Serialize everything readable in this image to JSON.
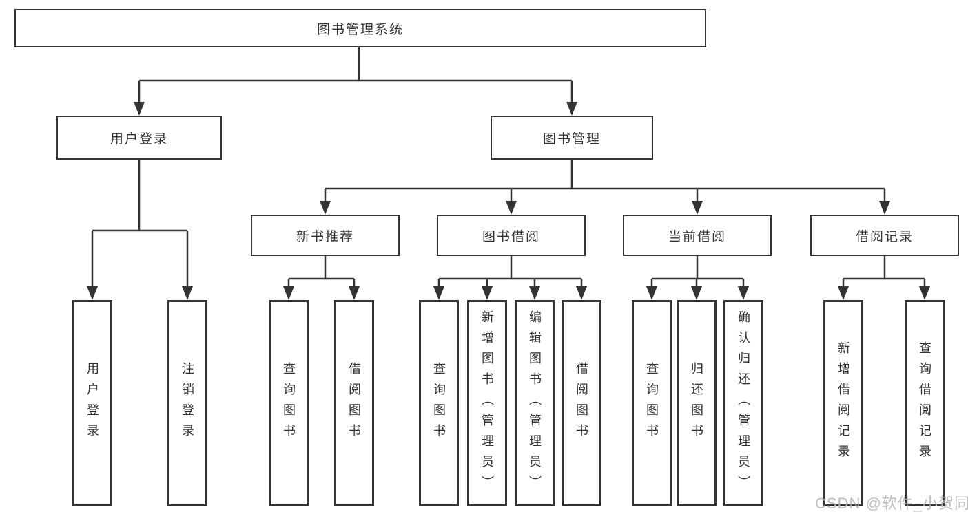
{
  "diagram": {
    "title": "图书管理系统",
    "root": {
      "label": "图书管理系统"
    },
    "branches": {
      "user_login": {
        "label": "用户登录",
        "children": [
          "用户登录",
          "注销登录"
        ]
      },
      "book_management": {
        "label": "图书管理",
        "sections": {
          "new_books": {
            "label": "新书推荐",
            "children": [
              "查询图书",
              "借阅图书"
            ]
          },
          "book_borrowing": {
            "label": "图书借阅",
            "children": [
              "查询图书",
              "新增图书（管理员）",
              "编辑图书（管理员）",
              "借阅图书"
            ]
          },
          "current_borrowing": {
            "label": "当前借阅",
            "children": [
              "查询图书",
              "归还图书",
              "确认归还（管理员）"
            ]
          },
          "borrowing_records": {
            "label": "借阅记录",
            "children": [
              "新增借阅记录",
              "查询借阅记录"
            ]
          }
        }
      }
    }
  },
  "watermark": {
    "text": "CSDN @软件_小贺同学"
  },
  "colors": {
    "line": "#333333",
    "box_border": "#333333",
    "box_fill": "#ffffff",
    "text": "#333333",
    "watermark": "#bababa"
  }
}
